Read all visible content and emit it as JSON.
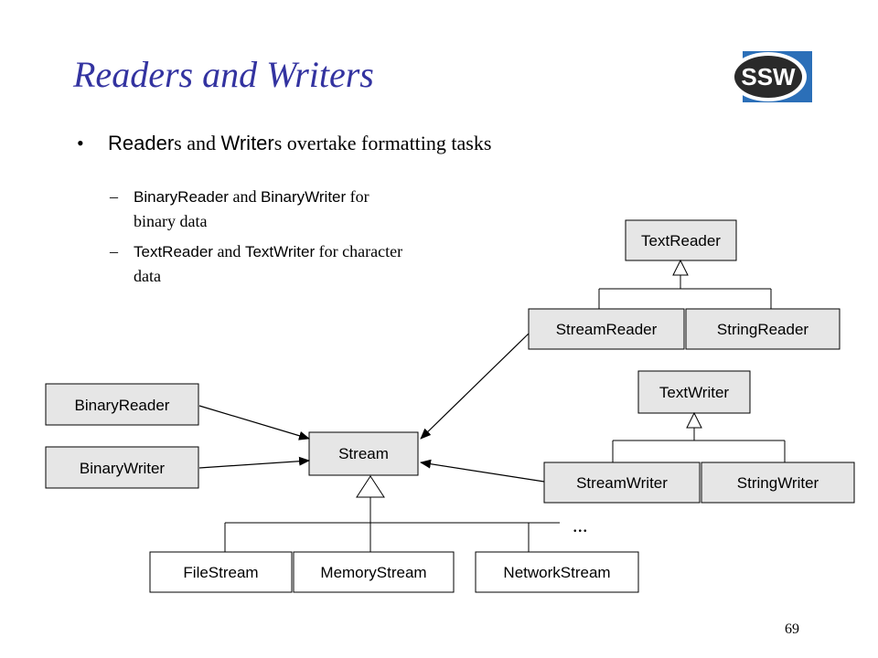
{
  "slide": {
    "title": "Readers and Writers",
    "logo_text": "SSW",
    "page_number": "69"
  },
  "bullet": {
    "marker": "•",
    "parts": [
      {
        "text": "Reader",
        "style": "sans"
      },
      {
        "text": "s and ",
        "style": "serif"
      },
      {
        "text": "Writer",
        "style": "sans"
      },
      {
        "text": "s overtake formatting tasks",
        "style": "serif"
      }
    ]
  },
  "subbullets": [
    {
      "marker": "–",
      "line1": [
        {
          "text": "BinaryReader",
          "style": "sans"
        },
        {
          "text": " and ",
          "style": "serif"
        },
        {
          "text": "BinaryWriter",
          "style": "sans"
        },
        {
          "text": " for",
          "style": "serif"
        }
      ],
      "line2": "binary data"
    },
    {
      "marker": "–",
      "line1": [
        {
          "text": "TextReader",
          "style": "sans"
        },
        {
          "text": " and ",
          "style": "serif"
        },
        {
          "text": "TextWriter",
          "style": "sans"
        },
        {
          "text": " for character",
          "style": "serif"
        }
      ],
      "line2": "data"
    }
  ],
  "diagram": {
    "nodes": {
      "textreader": "TextReader",
      "streamreader": "StreamReader",
      "stringreader": "StringReader",
      "textwriter": "TextWriter",
      "streamwriter": "StreamWriter",
      "stringwriter": "StringWriter",
      "binaryreader": "BinaryReader",
      "binarywriter": "BinaryWriter",
      "stream": "Stream",
      "filestream": "FileStream",
      "memorystream": "MemoryStream",
      "networkstream": "NetworkStream"
    },
    "ellipsis": "...",
    "inheritance": [
      {
        "parent": "TextReader",
        "children": [
          "StreamReader",
          "StringReader"
        ]
      },
      {
        "parent": "TextWriter",
        "children": [
          "StreamWriter",
          "StringWriter"
        ]
      },
      {
        "parent": "Stream",
        "children": [
          "FileStream",
          "MemoryStream",
          "NetworkStream"
        ]
      }
    ],
    "uses": [
      {
        "from": "BinaryReader",
        "to": "Stream"
      },
      {
        "from": "BinaryWriter",
        "to": "Stream"
      },
      {
        "from": "StreamReader",
        "to": "Stream"
      },
      {
        "from": "StreamWriter",
        "to": "Stream"
      }
    ]
  },
  "colors": {
    "title": "#3333a0",
    "box_fill": "#e6e6e6",
    "logo_bg": "#2a2a2a",
    "logo_accent": "#2b6fb8"
  }
}
